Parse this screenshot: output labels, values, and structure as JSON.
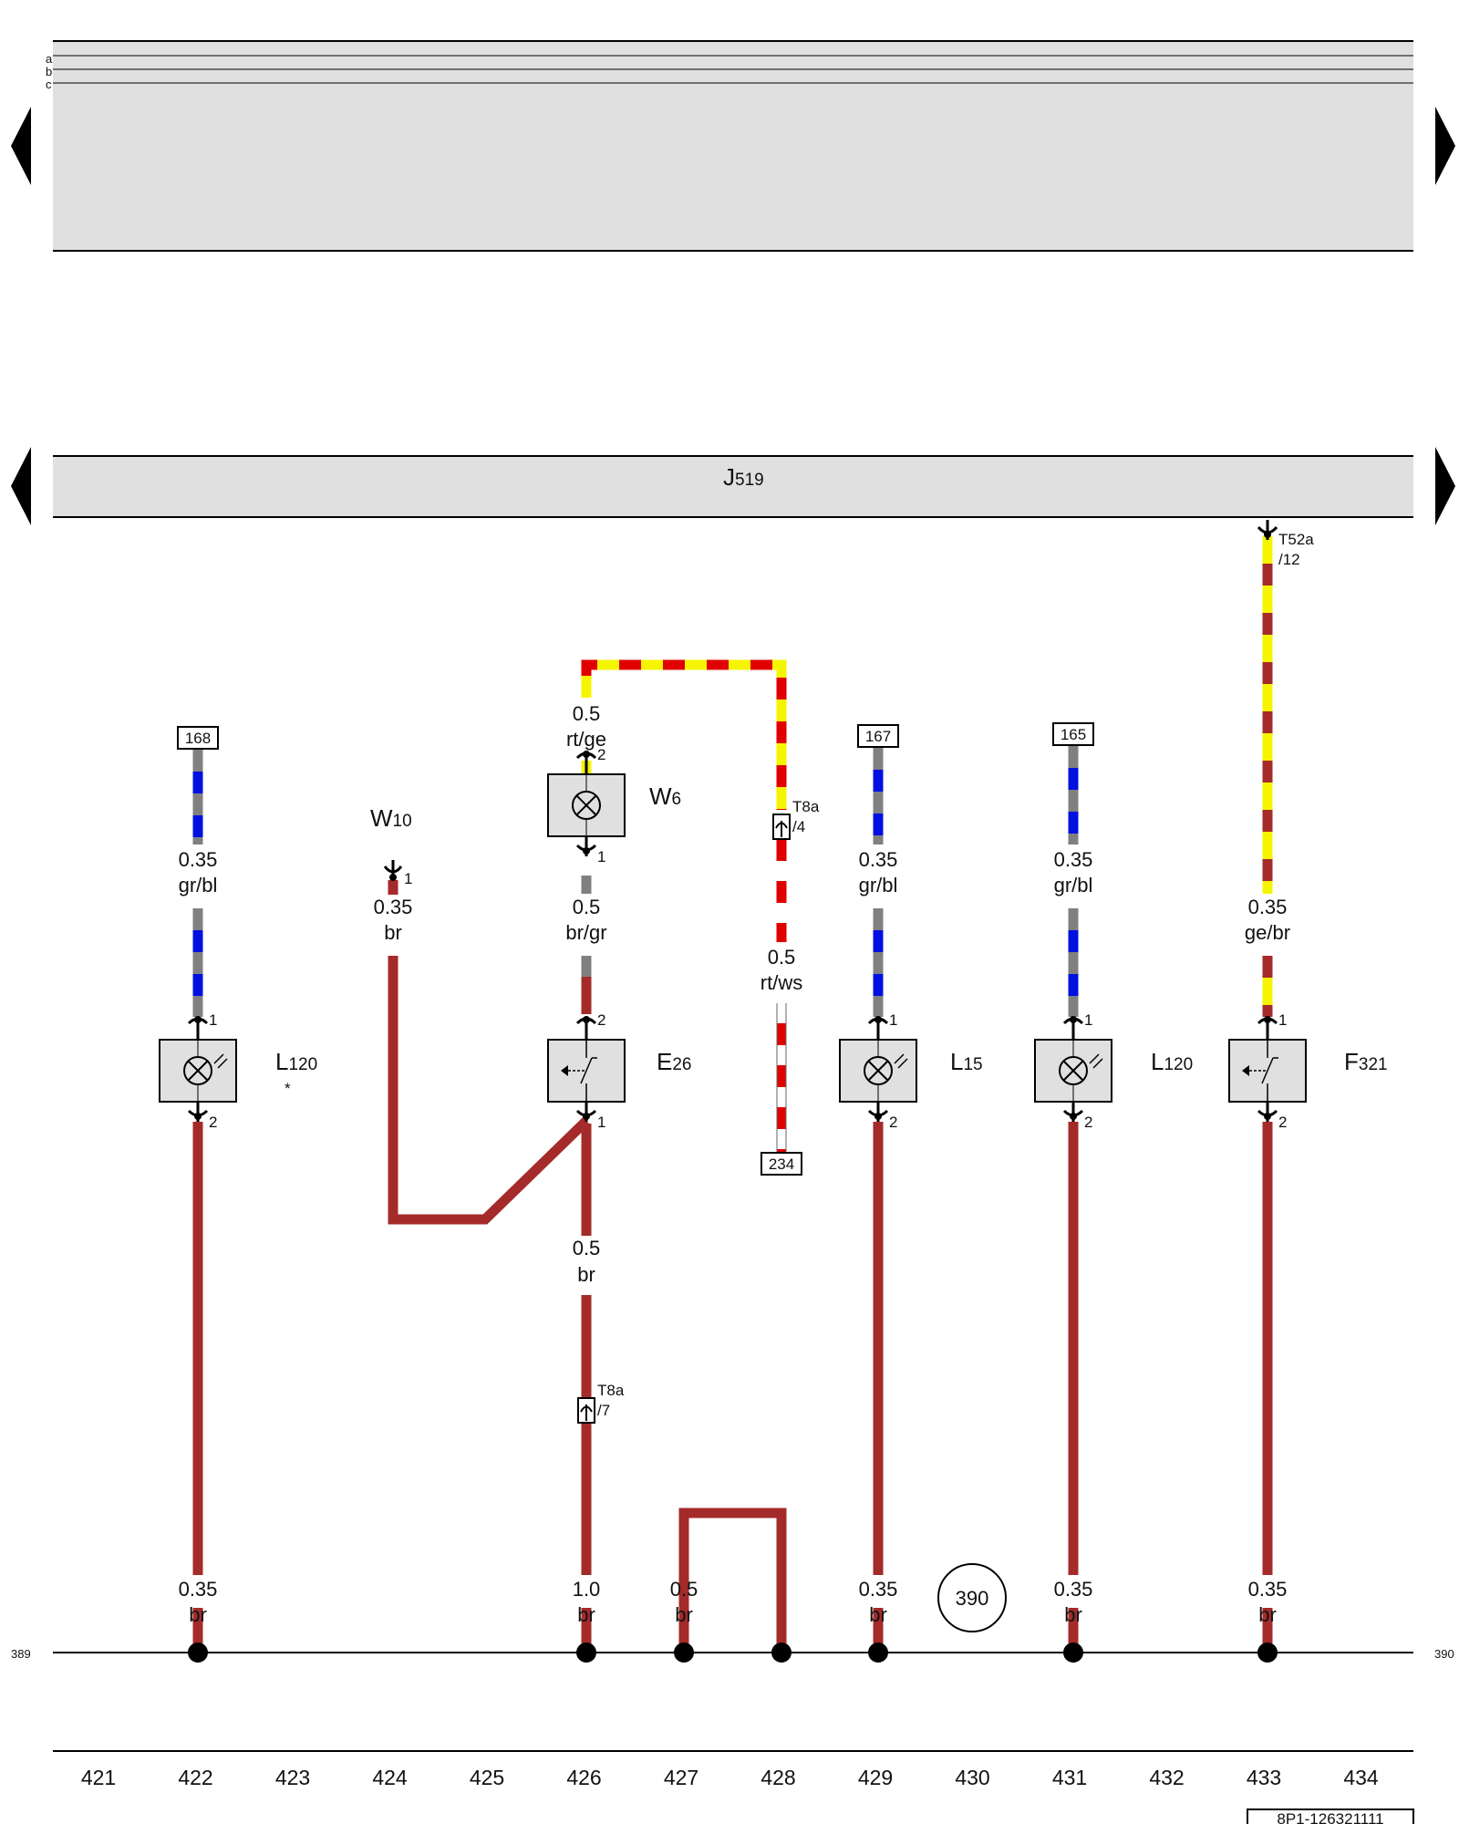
{
  "header": {
    "row_labels": [
      "a",
      "b",
      "c"
    ]
  },
  "control_unit": {
    "name": "J",
    "sub": "519"
  },
  "wires": [
    {
      "id": "w422",
      "size": "0.35",
      "color": "gr/bl",
      "ref": "168"
    },
    {
      "id": "w424",
      "size": "0.35",
      "color": "br"
    },
    {
      "id": "w426a",
      "size": "0.5",
      "color": "rt/ge"
    },
    {
      "id": "w426b",
      "size": "0.5",
      "color": "br/gr"
    },
    {
      "id": "w426c",
      "size": "0.5",
      "color": "br"
    },
    {
      "id": "w428",
      "size": "0.5",
      "color": "rt/ws",
      "ref": "234"
    },
    {
      "id": "w429",
      "size": "0.35",
      "color": "gr/bl",
      "ref": "167"
    },
    {
      "id": "w431",
      "size": "0.35",
      "color": "gr/bl",
      "ref": "165"
    },
    {
      "id": "w433",
      "size": "0.35",
      "color": "ge/br"
    }
  ],
  "bottom_wires": [
    {
      "size": "0.35",
      "color": "br"
    },
    {
      "size": "1.0",
      "color": "br"
    },
    {
      "size": "0.5",
      "color": "br"
    },
    {
      "size": "0.35",
      "color": "br"
    },
    {
      "size": "0.35",
      "color": "br"
    },
    {
      "size": "0.35",
      "color": "br"
    }
  ],
  "components": [
    {
      "id": "L120a",
      "letter": "L",
      "num": "120",
      "note": "*"
    },
    {
      "id": "W10",
      "letter": "W",
      "num": "10"
    },
    {
      "id": "W6",
      "letter": "W",
      "num": "6"
    },
    {
      "id": "E26",
      "letter": "E",
      "num": "26"
    },
    {
      "id": "L15",
      "letter": "L",
      "num": "15"
    },
    {
      "id": "L120b",
      "letter": "L",
      "num": "120"
    },
    {
      "id": "F321",
      "letter": "F",
      "num": "321"
    }
  ],
  "connectors": [
    {
      "id": "T8a-4",
      "name": "T8a",
      "pin": "/4"
    },
    {
      "id": "T8a-7",
      "name": "T8a",
      "pin": "/7"
    },
    {
      "id": "T52a-12",
      "name": "T52a",
      "pin": "/12"
    }
  ],
  "pins": {
    "one": "1",
    "two": "2"
  },
  "ground_point": "390",
  "ground_bus": {
    "left": "389",
    "right": "390"
  },
  "columns": [
    "421",
    "422",
    "423",
    "424",
    "425",
    "426",
    "427",
    "428",
    "429",
    "430",
    "431",
    "432",
    "433",
    "434"
  ],
  "doc_id": "8P1-126321111",
  "colors": {
    "brown": "#a52a2a",
    "red": "#e00000",
    "yellow": "#f5f500",
    "blue": "#0010e0",
    "grey": "#808080",
    "panel": "#e0e0e0"
  }
}
